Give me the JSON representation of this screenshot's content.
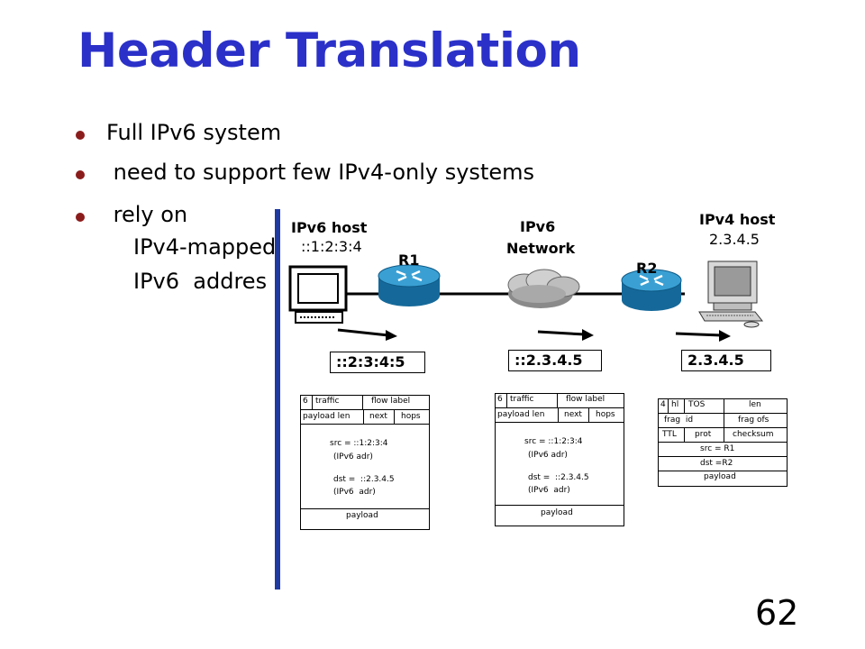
{
  "slide": {
    "title": "Header Translation",
    "bullets": [
      "Full IPv6 system",
      " need to support few IPv4-only systems",
      " rely on"
    ],
    "bullet3_lines": [
      "IPv4-mapped",
      "IPv6  addres"
    ],
    "page_number": "62"
  },
  "diagram": {
    "ipv6_host": {
      "label": "IPv6 host",
      "address": "::1:2:3:4"
    },
    "ipv6_network": {
      "label_line1": "IPv6",
      "label_line2": "Network"
    },
    "ipv4_host": {
      "label": "IPv4 host",
      "address": "2.3.4.5"
    },
    "routers": [
      "R1",
      "R2"
    ],
    "dest_addresses": [
      "::2:3:4:5",
      "::2.3.4.5",
      "2.3.4.5"
    ],
    "ipv6_packet": {
      "version": "6",
      "traffic": "traffic",
      "flow_label": "flow label",
      "payload_len": "payload len",
      "next": "next",
      "hops": "hops",
      "src": "src = ::1:2:3:4",
      "src_note": "(IPv6 adr)",
      "dst": "dst =  ::2.3.4.5",
      "dst_note": "(IPv6  adr)",
      "payload": "payload"
    },
    "ipv4_packet": {
      "version": "4",
      "hl": "hl",
      "tos": "TOS",
      "len": "len",
      "frag_id": "frag  id",
      "frag_ofs": "frag ofs",
      "ttl": "TTL",
      "prot": "prot",
      "checksum": "checksum",
      "src": "src = R1",
      "dst": "dst =R2",
      "payload": "payload"
    }
  },
  "colors": {
    "title": "#2a30c8",
    "bullet": "#8b1c1c",
    "divider": "#1f3aa0",
    "router": "#1e88b8"
  }
}
